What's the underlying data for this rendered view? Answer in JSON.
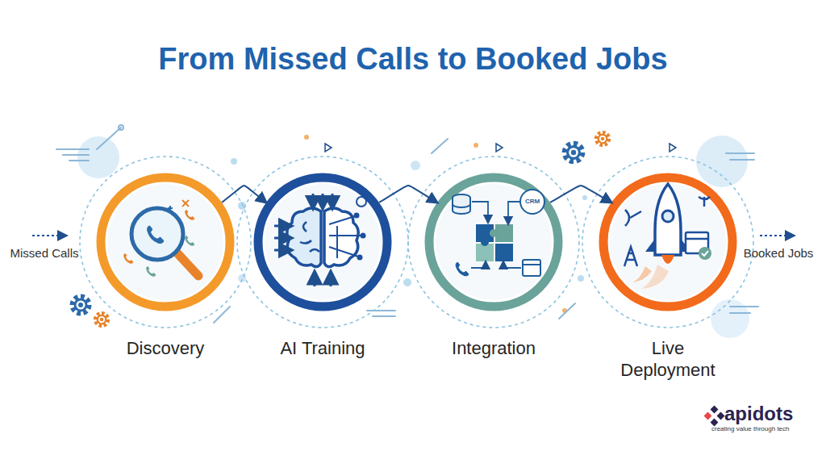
{
  "diagram": {
    "title": "From Missed Calls to Booked Jobs",
    "nodes": [
      {
        "text": [
          "Discovery"
        ]
      },
      {
        "text": [
          "AI Training"
        ]
      },
      {
        "text": [
          "Integration"
        ]
      },
      {
        "text": [
          "Live Deployment"
        ]
      }
    ],
    "edges": [
      {
        "from": 0,
        "to": 1,
        "arrow": "to"
      },
      {
        "from": 1,
        "to": 2,
        "arrow": "to"
      },
      {
        "from": 2,
        "to": 3,
        "arrow": "to"
      }
    ],
    "labels": [
      "Missed Calls",
      "CRM",
      "Booked Jobs",
      "apidots",
      "creating value through tech"
    ]
  }
}
